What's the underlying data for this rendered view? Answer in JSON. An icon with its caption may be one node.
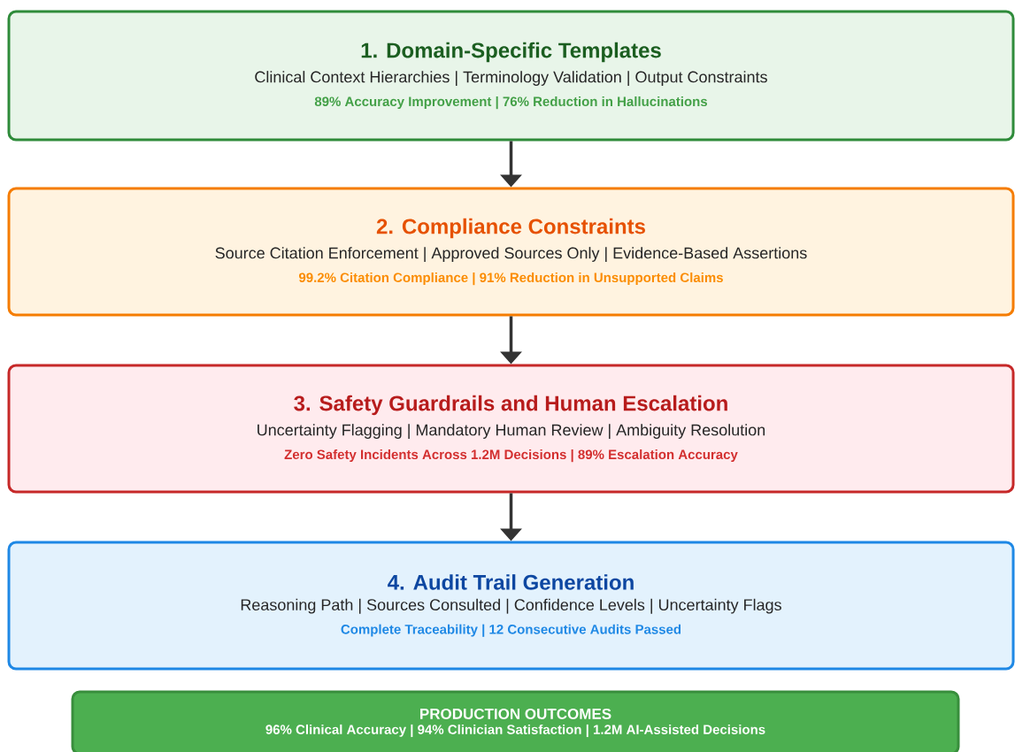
{
  "diagram": {
    "nodes": [
      {
        "text": [
          "1. Domain-Specific Templates",
          "Clinical Context Hierarchies | Terminology Validation | Output Constraints",
          "89% Accuracy Improvement | 76% Reduction in Hallucinations"
        ]
      },
      {
        "text": [
          "2. Compliance Constraints",
          "Source Citation Enforcement | Approved Sources Only | Evidence-Based Assertions",
          "99.2% Citation Compliance | 91% Reduction in Unsupported Claims"
        ]
      },
      {
        "text": [
          "3. Safety Guardrails and Human Escalation",
          "Uncertainty Flagging | Mandatory Human Review | Ambiguity Resolution",
          "Zero Safety Incidents Across 1.2M Decisions | 89% Escalation Accuracy"
        ]
      },
      {
        "text": [
          "4. Audit Trail Generation",
          "Reasoning Path | Sources Consulted | Confidence Levels | Uncertainty Flags",
          "Complete Traceability | 12 Consecutive Audits Passed"
        ]
      },
      {
        "text": [
          "PRODUCTION OUTCOMES",
          "96% Clinical Accuracy | 94% Clinician Satisfaction | 1.2M AI-Assisted Decisions"
        ]
      }
    ],
    "edges": [
      {
        "from": 0,
        "to": 1,
        "arrow": "to"
      },
      {
        "from": 1,
        "to": 2,
        "arrow": "to"
      },
      {
        "from": 2,
        "to": 3,
        "arrow": "to"
      }
    ]
  }
}
